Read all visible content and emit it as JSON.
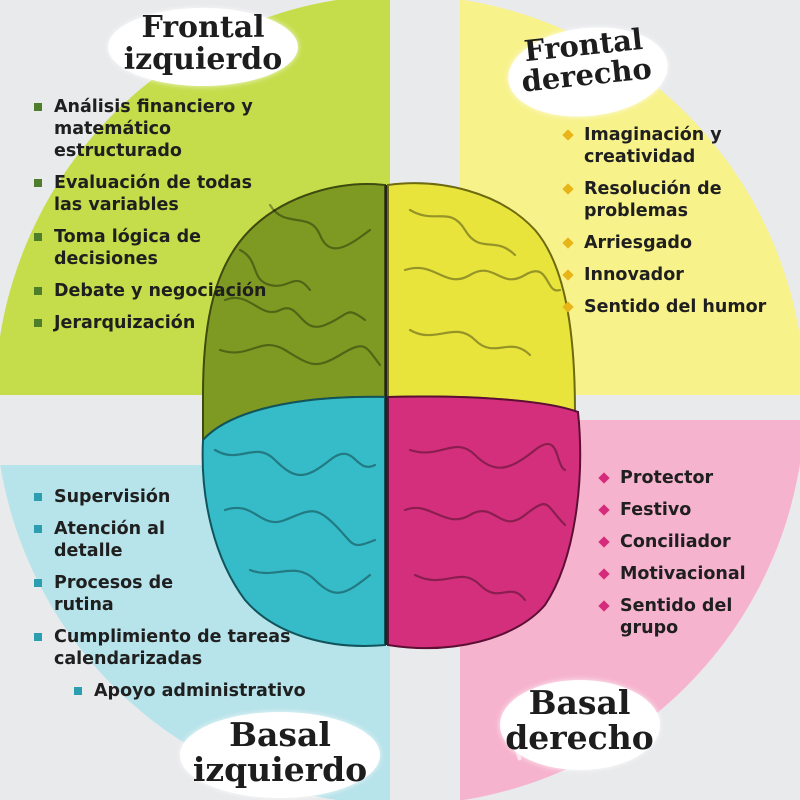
{
  "colors": {
    "frontal_left": "#c6dd4b",
    "frontal_right": "#f8f28a",
    "basal_left": "#b7e3ea",
    "basal_right": "#f6b3cd",
    "brain_green": "#7f9a22",
    "brain_yellow": "#e8e43c",
    "brain_cyan": "#35bcc8",
    "brain_magenta": "#d42f7c"
  },
  "quadrants": {
    "frontal_left": {
      "title_line1": "Frontal",
      "title_line2": "izquierdo",
      "items": [
        "Análisis financiero y matemático estructurado",
        "Evaluación de todas las variables",
        "Toma lógica de decisiones",
        "Debate y negociación",
        "Jerarquización"
      ]
    },
    "frontal_right": {
      "title_line1": "Frontal",
      "title_line2": "derecho",
      "items": [
        "Imaginación y creatividad",
        "Resolución de problemas",
        "Arriesgado",
        "Innovador",
        "Sentido del humor"
      ]
    },
    "basal_left": {
      "title_line1": "Basal",
      "title_line2": "izquierdo",
      "items": [
        "Supervisión",
        "Atención al detalle",
        "Procesos de rutina",
        "Cumplimiento de tareas calendarizadas",
        "Apoyo administrativo"
      ]
    },
    "basal_right": {
      "title_line1": "Basal",
      "title_line2": "derecho",
      "items": [
        "Protector",
        "Festivo",
        "Conciliador",
        "Motivacional",
        "Sentido del grupo"
      ]
    }
  }
}
